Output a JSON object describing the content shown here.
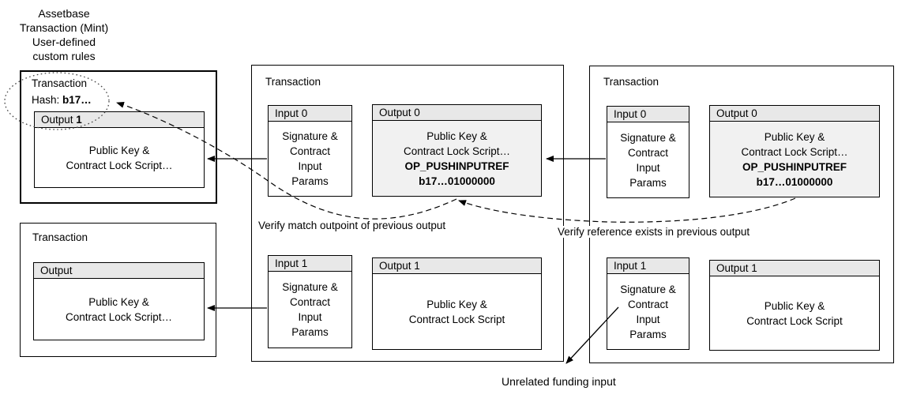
{
  "colors": {
    "header_bg": "#e8e8e8",
    "ref_output_bg": "#f1f1f1",
    "line": "#000000"
  },
  "annotation": {
    "text": "Assetbase\nTransaction (Mint)\nUser-defined\ncustom rules"
  },
  "mint_tx": {
    "label": "Transaction",
    "hash_label": "Hash: ",
    "hash_value": "b17…",
    "output": {
      "title": "Output ",
      "title_bold": "1",
      "body": "Public Key &\nContract Lock Script…"
    }
  },
  "prev_tx": {
    "label": "Transaction",
    "output": {
      "title": "Output",
      "body": "Public Key &\nContract Lock Script…"
    }
  },
  "middle_tx": {
    "label": "Transaction",
    "input0": {
      "title": "Input 0",
      "body": "Signature &\nContract\nInput\nParams"
    },
    "output0": {
      "title": "Output 0",
      "body": "Public Key &\nContract Lock Script…",
      "body_bold": "OP_PUSHINPUTREF\nb17…01000000"
    },
    "input1": {
      "title": "Input 1",
      "body": "Signature &\nContract\nInput\nParams"
    },
    "output1": {
      "title": "Output 1",
      "body": "Public Key &\nContract Lock Script"
    }
  },
  "right_tx": {
    "label": "Transaction",
    "input0": {
      "title": "Input 0",
      "body": "Signature &\nContract\nInput\nParams"
    },
    "output0": {
      "title": "Output 0",
      "body": "Public Key &\nContract Lock Script…",
      "body_bold": "OP_PUSHINPUTREF\nb17…01000000"
    },
    "input1": {
      "title": "Input 1",
      "body": "Signature &\nContract\nInput\nParams"
    },
    "output1": {
      "title": "Output 1",
      "body": "Public Key &\nContract Lock Script"
    }
  },
  "labels": {
    "verify_match": "Verify match outpoint of previous output",
    "verify_reference": "Verify reference exists in previous output",
    "unrelated": "Unrelated funding input"
  }
}
